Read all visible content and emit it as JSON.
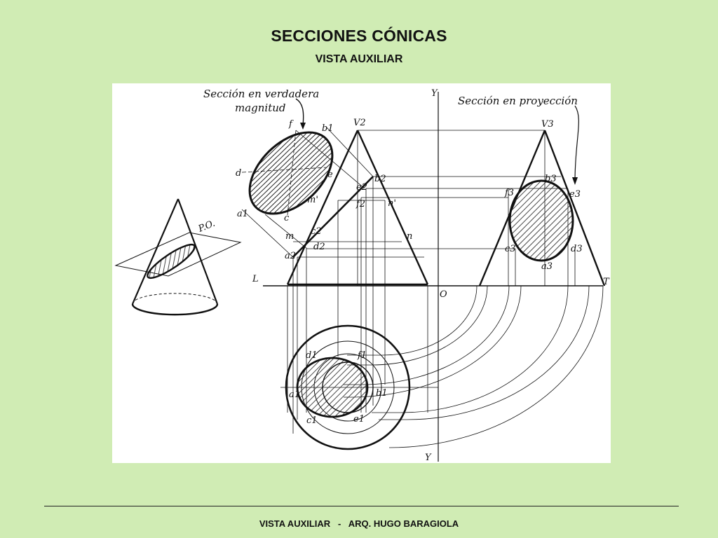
{
  "slide": {
    "title": "SECCIONES CÓNICAS",
    "subtitle": "VISTA AUXILIAR",
    "footer": "VISTA AUXILIAR   -   ARQ. HUGO BARAGIOLA"
  },
  "drawing": {
    "annotations": {
      "true_size_line1": "Sección en verdadera",
      "true_size_line2": "magnitud",
      "projection": "Sección en proyección",
      "plane": "P.O."
    },
    "axis_labels": {
      "y_top": "Y",
      "y_bottom": "Y",
      "l": "L",
      "t": "T",
      "o": "O"
    },
    "point_labels": {
      "v2": "V2",
      "v3": "V3",
      "b1": "b1",
      "f": "f",
      "d": "d",
      "e": "e",
      "a1": "a1",
      "c": "c",
      "m_prime": "m'",
      "b2": "b2",
      "e2": "e2",
      "f2": "f2",
      "n_prime": "n'",
      "c2": "c2",
      "d2": "d2",
      "a2": "a2",
      "m": "m",
      "n": "n",
      "b3": "b3",
      "f3": "f3",
      "e3": "e3",
      "c3": "c3",
      "d3": "d3",
      "a3": "a3",
      "d1": "d1",
      "f1": "f1",
      "a1_plan": "a1",
      "b1_plan": "b1",
      "c1": "c1",
      "e1": "e1"
    },
    "colors": {
      "ink": "#111111",
      "paper": "#ffffff",
      "background": "#d0ecb4"
    }
  }
}
